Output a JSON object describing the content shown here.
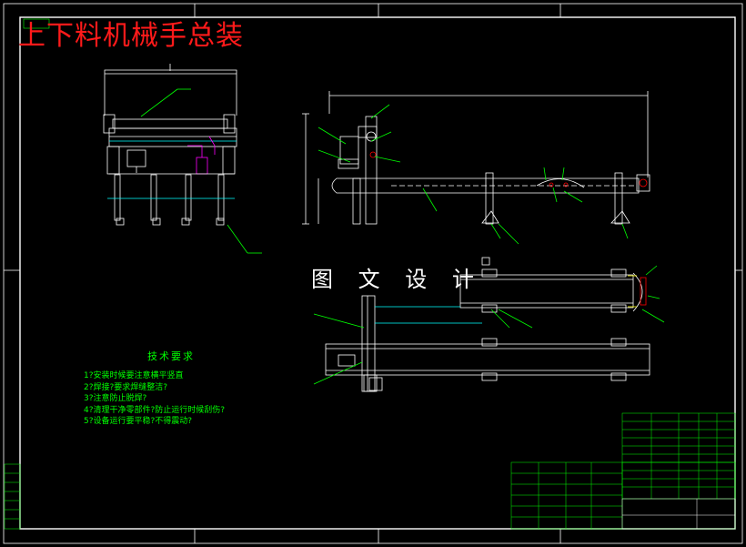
{
  "drawing": {
    "title": "上下料机械手总装",
    "watermark": "图 文 设 计",
    "tech_requirements": {
      "heading": "技术要求",
      "items": [
        "1?安装时候要注意横平竖直",
        "2?焊接?要求焊缝整洁?",
        "3?注意防止脱焊?",
        "4?清理干净零部件?防止运行时候刮伤?",
        "5?设备运行要平稳?不得震动?"
      ]
    }
  },
  "colors": {
    "background": "#000000",
    "frame": "#ffffff",
    "outline": "#ffffff",
    "leader": "#00ff00",
    "dimension": "#00ffff",
    "hydraulic": "#ff00ff",
    "accent": "#ff0000",
    "title_block": "#00ff00"
  }
}
